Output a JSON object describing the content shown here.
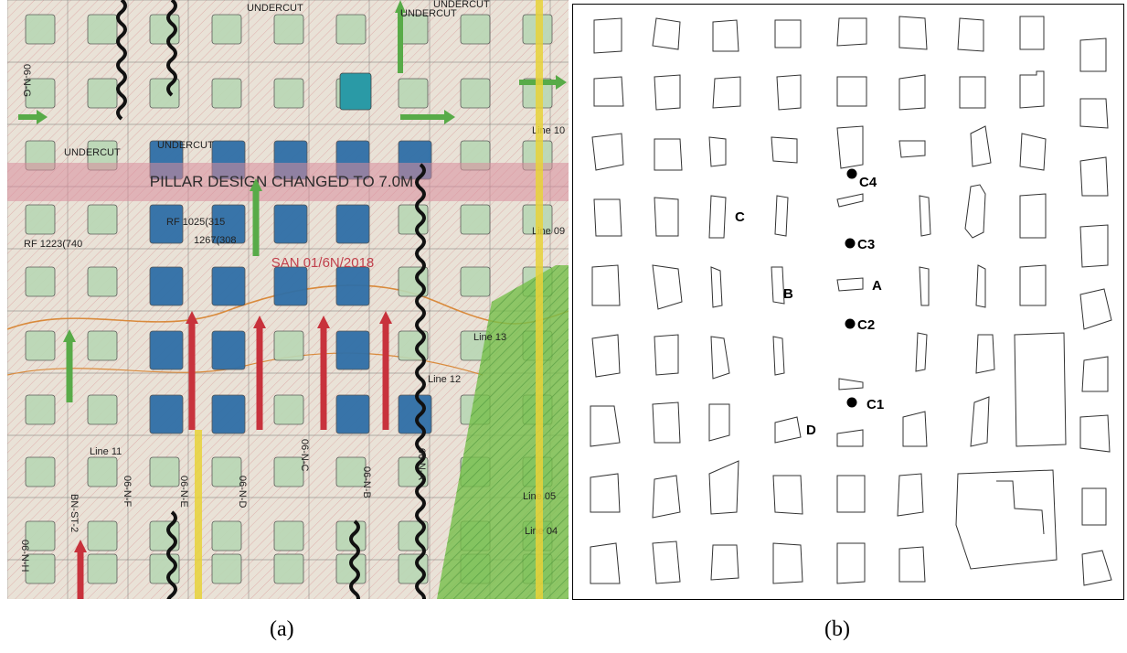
{
  "captions": {
    "a": "(a)",
    "b": "(b)"
  },
  "map": {
    "banner": "PILLAR DESIGN CHANGED TO 7.0M",
    "stamp": "SAN 01/6N/2018",
    "labels": [
      "UNDERCUT",
      "UNDERCUT",
      "UNDERCUT",
      "UNDERCUT",
      "UNDERCUT",
      "06-N-F",
      "06-N-E",
      "06-N-D",
      "06-N-C",
      "06-N-B",
      "06-N-A",
      "06-N-G",
      "06-N-H",
      "Line 13",
      "Line 12",
      "Line 11",
      "Line 10",
      "Line 09",
      "Line 05",
      "Line 04",
      "BN-ST-2",
      "RF 1025(315",
      "RF 1223(740",
      "1267(308"
    ],
    "colors": {
      "paper": "#e9e2d7",
      "pillar_green": "#b9d8b5",
      "pillar_blue": "#2f6fa7",
      "green_zone": "#76bf4a",
      "arrow_red": "#c8323c",
      "arrow_green": "#58ab48",
      "banner_band": "#d98c9c"
    }
  },
  "diagram": {
    "point_labels": [
      "C4",
      "C3",
      "C2",
      "C1"
    ],
    "pillar_labels": [
      "A",
      "B",
      "C",
      "D"
    ]
  }
}
